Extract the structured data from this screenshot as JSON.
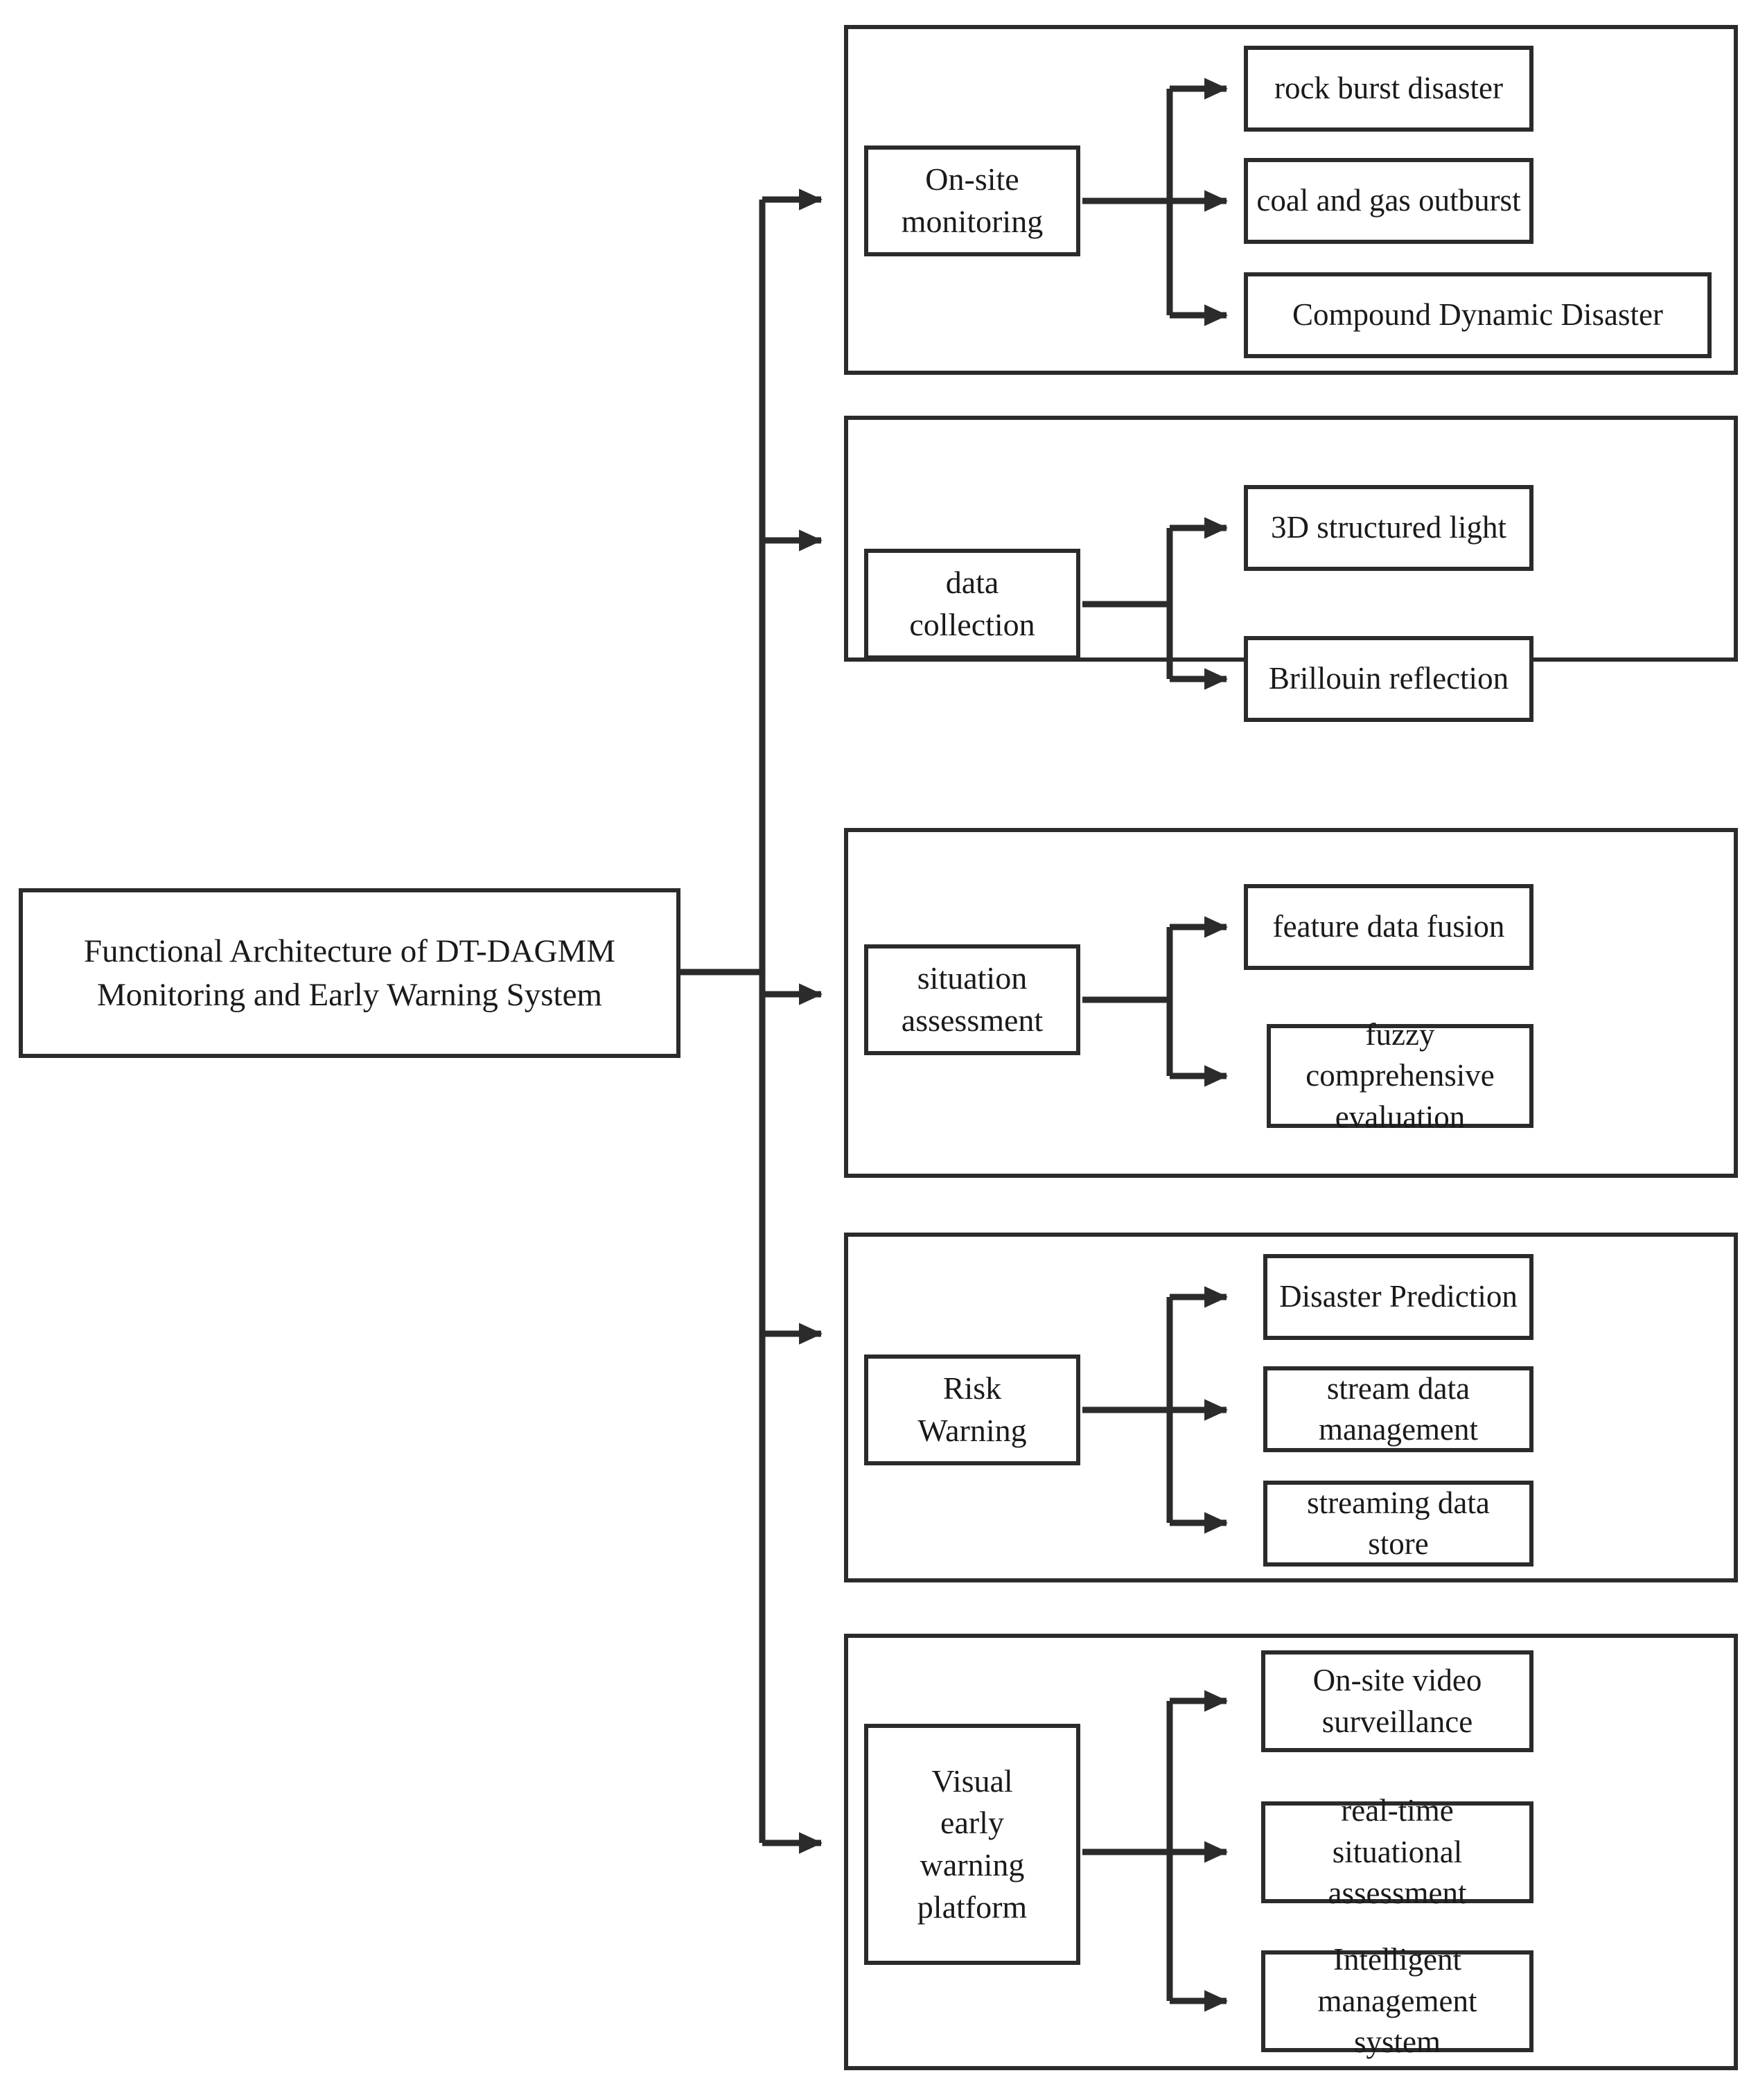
{
  "diagram": {
    "title": "Functional Architecture of DT-DAGMM Monitoring and Early Warning System",
    "root": {
      "label": "Functional Architecture of DT-DAGMM\nMonitoring and Early Warning System"
    },
    "colors": {
      "stroke": "#2b2b2b",
      "text": "#1a1a1a",
      "background": "#ffffff"
    },
    "groups": [
      {
        "branch_label": "On-site\nmonitoring",
        "leaves": [
          {
            "label": "rock burst disaster"
          },
          {
            "label": "coal and gas outburst"
          },
          {
            "label": "Compound Dynamic Disaster"
          }
        ]
      },
      {
        "branch_label": "data\ncollection",
        "leaves": [
          {
            "label": "3D structured light"
          },
          {
            "label": "Brillouin reflection"
          }
        ]
      },
      {
        "branch_label": "situation\nassessment",
        "leaves": [
          {
            "label": "feature data fusion"
          },
          {
            "label": "fuzzy comprehensive\nevaluation"
          }
        ]
      },
      {
        "branch_label": "Risk\nWarning",
        "leaves": [
          {
            "label": "Disaster Prediction"
          },
          {
            "label": "stream data management"
          },
          {
            "label": "streaming data store"
          }
        ]
      },
      {
        "branch_label": "Visual\nearly\nwarning\nplatform",
        "leaves": [
          {
            "label": "On-site video\nsurveillance"
          },
          {
            "label": "real-time situational\nassessment"
          },
          {
            "label": "Intelligent management\nsystem"
          }
        ]
      }
    ]
  }
}
